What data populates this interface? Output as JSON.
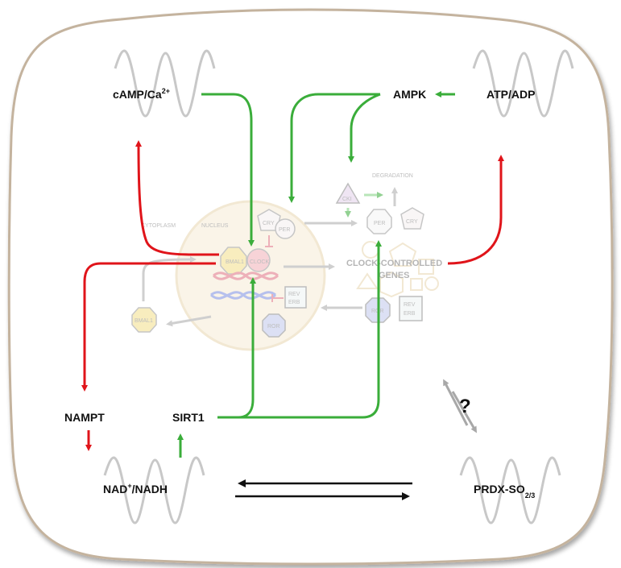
{
  "labels": {
    "camp": "cAMP/Ca",
    "camp_sup": "2+",
    "ampk": "AMPK",
    "atp_adp": "ATP/ADP",
    "nampt": "NAMPT",
    "sirt1": "SIRT1",
    "nad_nadh": "NAD",
    "nad_sup": "+",
    "nad_tail": "/NADH",
    "prdx": "PRDX-SO",
    "prdx_sub": "2/3",
    "question": "?"
  },
  "clock": {
    "cytoplasm": "CYTOPLASM",
    "nucleus": "NUCLEUS",
    "degradation": "DEGRADATION",
    "ccg_line1": "CLOCK-CONTROLLED",
    "ccg_line2": "GENES",
    "bmal1": "BMAL1",
    "clock": "CLOCK",
    "cry": "CRY",
    "per": "PER",
    "ckl": "CKI",
    "rev": "REV",
    "erb": "ERB",
    "ror": "ROR"
  },
  "colors": {
    "activation_out": "#e0141a",
    "activation_in": "#3aad3a",
    "core_clock": "#a8a8a8",
    "cell_outline": "#c4b39e"
  }
}
